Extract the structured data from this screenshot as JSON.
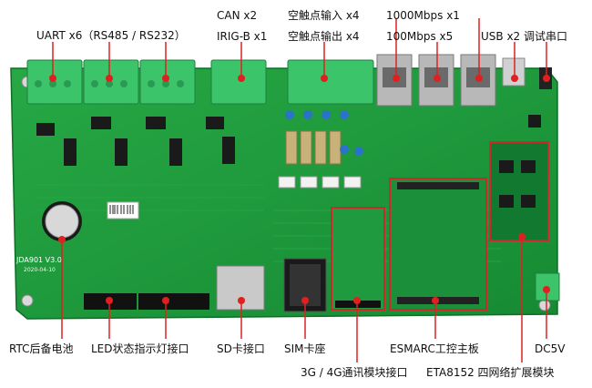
{
  "labels": {
    "uart": "UART x6（RS485 / RS232）",
    "can": "CAN x2",
    "irigb": "IRIG-B x1",
    "di": "空触点输入  x4",
    "do": "空触点输出  x4",
    "eth1000": "1000Mbps x1",
    "eth100": "100Mbps x5",
    "usb": "USB x2  调试串口",
    "rtc": "RTC后备电池",
    "led": "LED状态指示灯接口",
    "sd": "SD卡接口",
    "sim": "SIM卡座",
    "esmarc": "ESMARC工控主板",
    "dc5v": "DC5V",
    "g34": "3G / 4G通讯模块接口",
    "eta": "ETA8152 四网络扩展模块"
  },
  "board": {
    "silkscreen": "JDA901 V3.0",
    "silk_date": "2020-04-10"
  },
  "colors": {
    "pcb": "#1e9a3c",
    "pcb_dark": "#137a2c",
    "callout": "#e02020",
    "terminal": "#3cc46a",
    "frame": "#cc2a2a"
  }
}
